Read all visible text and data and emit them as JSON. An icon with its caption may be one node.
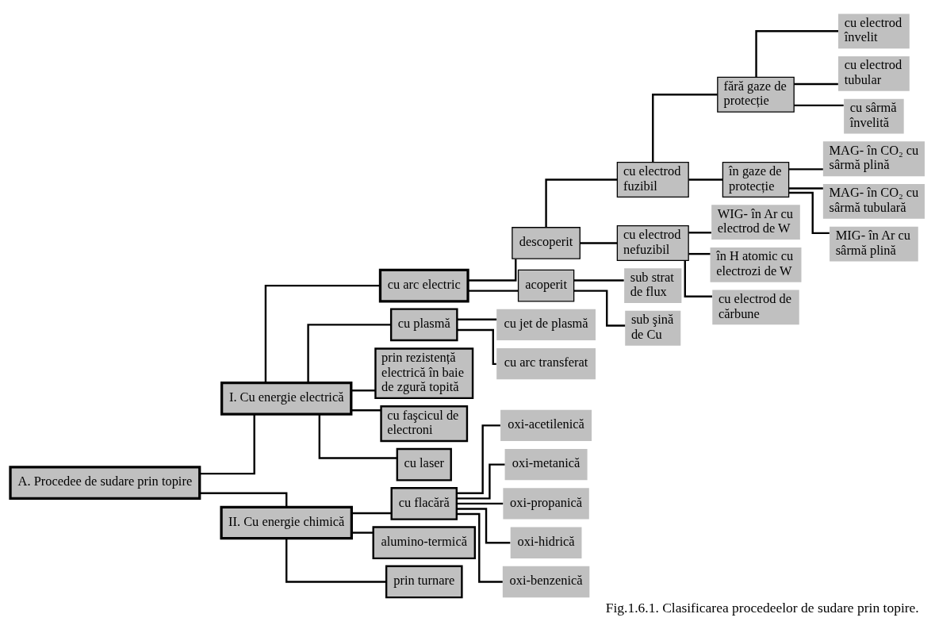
{
  "diagram": {
    "caption": "Fig.1.6.1. Clasificarea procedeelor de sudare prin topire.",
    "nodes": [
      {
        "text": [
          "A. Procedee de sudare prin topire"
        ]
      },
      {
        "text": [
          "I. Cu energie electrică"
        ]
      },
      {
        "text": [
          "II. Cu energie chimică"
        ]
      },
      {
        "text": [
          "cu arc electric"
        ]
      },
      {
        "text": [
          "cu plasmă"
        ]
      },
      {
        "text": [
          "cu jet de plasmă"
        ]
      },
      {
        "text": [
          "cu arc transferat"
        ]
      },
      {
        "text": [
          "prin rezistență electrică în baie de zgură topită"
        ]
      },
      {
        "text": [
          "cu faşcicul de electroni"
        ]
      },
      {
        "text": [
          "cu laser"
        ]
      },
      {
        "text": [
          "descoperit"
        ]
      },
      {
        "text": [
          "acoperit"
        ]
      },
      {
        "text": [
          "sub strat de flux"
        ]
      },
      {
        "text": [
          "sub şină de Cu"
        ]
      },
      {
        "text": [
          "cu electrod fuzibil"
        ]
      },
      {
        "text": [
          "cu electrod nefuzibil"
        ]
      },
      {
        "text": [
          "fără gaze de protecție"
        ]
      },
      {
        "text": [
          "în gaze de protecție"
        ]
      },
      {
        "text": [
          "cu electrod învelit"
        ]
      },
      {
        "text": [
          "cu electrod tubular"
        ]
      },
      {
        "text": [
          "cu sârmă învelită"
        ]
      },
      {
        "text": [
          "MAG- în CO₂ cu sârmă plină"
        ]
      },
      {
        "text": [
          "MAG- în CO₂ cu sârmă tubulară"
        ]
      },
      {
        "text": [
          "MIG- în Ar cu sârmă plină"
        ]
      },
      {
        "text": [
          "WIG- în Ar cu electrod de W"
        ]
      },
      {
        "text": [
          "în H atomic cu electrozi de W"
        ]
      },
      {
        "text": [
          "cu electrod de cărbune"
        ]
      },
      {
        "text": [
          "cu flacără"
        ]
      },
      {
        "text": [
          "oxi-acetilenică"
        ]
      },
      {
        "text": [
          "oxi-metanică"
        ]
      },
      {
        "text": [
          "oxi-propanică"
        ]
      },
      {
        "text": [
          "oxi-hidrică"
        ]
      },
      {
        "text": [
          "oxi-benzenică"
        ]
      },
      {
        "text": [
          "alumino-termică"
        ]
      },
      {
        "text": [
          "prin turnare"
        ]
      }
    ],
    "edges": [
      {
        "from": 0,
        "to": 1,
        "arrow": "none"
      },
      {
        "from": 0,
        "to": 2,
        "arrow": "none"
      },
      {
        "from": 1,
        "to": 3,
        "arrow": "none"
      },
      {
        "from": 1,
        "to": 4,
        "arrow": "none"
      },
      {
        "from": 4,
        "to": 5,
        "arrow": "none"
      },
      {
        "from": 4,
        "to": 6,
        "arrow": "none"
      },
      {
        "from": 1,
        "to": 7,
        "arrow": "none"
      },
      {
        "from": 1,
        "to": 8,
        "arrow": "none"
      },
      {
        "from": 1,
        "to": 9,
        "arrow": "none"
      },
      {
        "from": 3,
        "to": 10,
        "arrow": "none"
      },
      {
        "from": 3,
        "to": 11,
        "arrow": "none"
      },
      {
        "from": 11,
        "to": 12,
        "arrow": "none"
      },
      {
        "from": 11,
        "to": 13,
        "arrow": "none"
      },
      {
        "from": 10,
        "to": 14,
        "arrow": "none"
      },
      {
        "from": 10,
        "to": 15,
        "arrow": "none"
      },
      {
        "from": 14,
        "to": 16,
        "arrow": "none"
      },
      {
        "from": 14,
        "to": 17,
        "arrow": "none"
      },
      {
        "from": 16,
        "to": 18,
        "arrow": "none"
      },
      {
        "from": 16,
        "to": 19,
        "arrow": "none"
      },
      {
        "from": 16,
        "to": 20,
        "arrow": "none"
      },
      {
        "from": 17,
        "to": 21,
        "arrow": "none"
      },
      {
        "from": 17,
        "to": 22,
        "arrow": "none"
      },
      {
        "from": 17,
        "to": 23,
        "arrow": "none"
      },
      {
        "from": 15,
        "to": 24,
        "arrow": "none"
      },
      {
        "from": 15,
        "to": 25,
        "arrow": "none"
      },
      {
        "from": 15,
        "to": 26,
        "arrow": "none"
      },
      {
        "from": 2,
        "to": 27,
        "arrow": "none"
      },
      {
        "from": 27,
        "to": 28,
        "arrow": "none"
      },
      {
        "from": 27,
        "to": 29,
        "arrow": "none"
      },
      {
        "from": 27,
        "to": 30,
        "arrow": "none"
      },
      {
        "from": 27,
        "to": 31,
        "arrow": "none"
      },
      {
        "from": 27,
        "to": 32,
        "arrow": "none"
      },
      {
        "from": 2,
        "to": 33,
        "arrow": "none"
      },
      {
        "from": 2,
        "to": 34,
        "arrow": "none"
      }
    ]
  }
}
